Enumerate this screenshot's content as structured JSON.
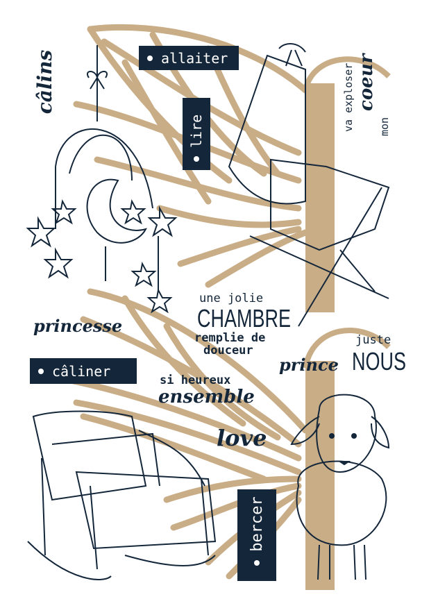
{
  "colors": {
    "navy": "#14263a",
    "tan": "#c8ad86",
    "background": "#ffffff"
  },
  "words": {
    "calins": "câlins",
    "allaiter": "allaiter",
    "lire": "lire",
    "mon": "mon",
    "coeur": "coeur",
    "va_exploser": "va exploser",
    "une_jolie": "une jolie",
    "chambre": "CHAMBRE",
    "remplie_de": "remplie de",
    "douceur": "douceur",
    "princesse": "princesse",
    "caliner": "câliner",
    "si_heureux": "si heureux",
    "ensemble": "ensemble",
    "prince": "prince",
    "juste": "juste",
    "nous": "NOUS",
    "love": "love",
    "bercer": "bercer"
  }
}
